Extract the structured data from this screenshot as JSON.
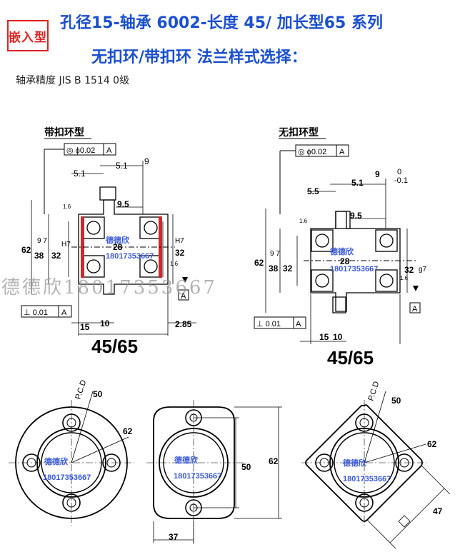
{
  "header": {
    "badge": "嵌入型",
    "title_line1": "孔径15-轴承 6002-长度 45/  加长型65 系列",
    "title_line2": "无扣环/带扣环 法兰样式选择：",
    "spec": "轴承精度   JIS   B    1514  0级"
  },
  "left_drawing": {
    "label": "带扣环型",
    "concentricity": "◎ ϕ0.02",
    "datum": "A",
    "perpendicularity": "⊥ 0.01",
    "dims": {
      "d51a": "5.1",
      "d51b": "5.1",
      "d9": "9",
      "d95": "9.5",
      "d16": "1.6",
      "d62": "62",
      "d38": "38",
      "d32l": "32",
      "d97": "9 7",
      "h7": "H7",
      "d28": "28",
      "h7r": "H7",
      "d32r": "32",
      "d16b": "1.6",
      "d15": "15",
      "d10": "10",
      "d285": "2.85",
      "len": "45/65"
    }
  },
  "right_drawing": {
    "label": "无扣环型",
    "concentricity": "◎ ϕ0.02",
    "datum": "A",
    "perpendicularity": "⊥ 0.01",
    "dims": {
      "d55": "5.5",
      "d51": "5.1",
      "d9": "9",
      "tol_top": "0",
      "tol_bot": "-0.1",
      "d95": "9.5",
      "d16": "1.6",
      "d62": "62",
      "d38": "38",
      "d32l": "32",
      "d97": "9 7",
      "d28": "28",
      "d32r": "32",
      "g7": "g7",
      "d16b": "1.6",
      "d15": "15",
      "d10": "10",
      "len": "45/65"
    }
  },
  "flanges": {
    "round": {
      "pcd": "P.C.D",
      "d50": "50",
      "d62": "62"
    },
    "cut": {
      "d50": "50",
      "d62": "62",
      "d37": "37"
    },
    "square": {
      "pcd": "P.C.D",
      "d50": "50",
      "d62": "62",
      "d47": "47"
    }
  },
  "watermark": {
    "name": "德德欣",
    "phone": "18017353667",
    "big": "德德欣18017353667"
  },
  "colors": {
    "title": "#1a4fd0",
    "badge": "#dd2222",
    "seal": "#cc2a2a",
    "watermark": "#3a5ad8"
  }
}
